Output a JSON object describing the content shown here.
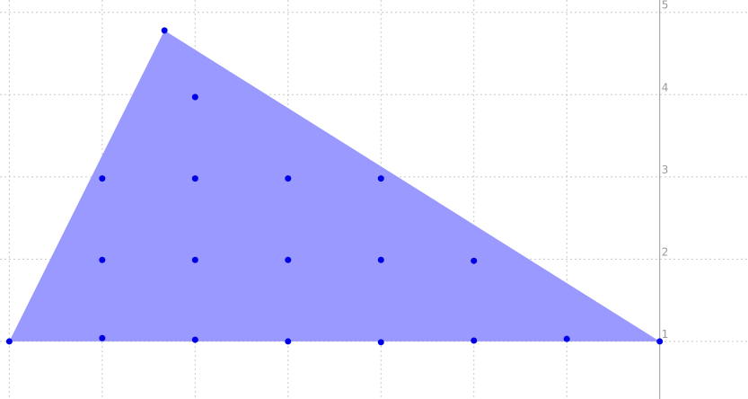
{
  "colors": {
    "background": "#ffffff",
    "grid": "#c8c8c8",
    "axis": "#999999",
    "triangle_fill": "#9999ff",
    "point": "#0000e6",
    "tick_label": "#9a9a9a"
  },
  "chart_data": {
    "type": "scatter",
    "x_range": [
      -7.1,
      0.95
    ],
    "y_range": [
      0.3,
      5.15
    ],
    "grid": true,
    "y_axis_ticks": [
      "1",
      "2",
      "3",
      "4",
      "5"
    ],
    "triangle": {
      "vertices": [
        [
          -7.0,
          1.0
        ],
        [
          -5.33,
          4.78
        ],
        [
          0.0,
          1.0
        ]
      ]
    },
    "points": [
      {
        "x": -7.0,
        "y": 1.0
      },
      {
        "x": -5.33,
        "y": 4.78
      },
      {
        "x": 0.0,
        "y": 1.0
      },
      {
        "x": -5.0,
        "y": 3.97
      },
      {
        "x": -6.0,
        "y": 2.98
      },
      {
        "x": -5.0,
        "y": 2.98
      },
      {
        "x": -4.0,
        "y": 2.98
      },
      {
        "x": -3.0,
        "y": 2.98
      },
      {
        "x": -6.0,
        "y": 1.99
      },
      {
        "x": -5.0,
        "y": 1.99
      },
      {
        "x": -4.0,
        "y": 1.99
      },
      {
        "x": -3.0,
        "y": 1.99
      },
      {
        "x": -2.0,
        "y": 1.98
      },
      {
        "x": -6.0,
        "y": 1.04
      },
      {
        "x": -5.0,
        "y": 1.02
      },
      {
        "x": -4.0,
        "y": 1.0
      },
      {
        "x": -3.0,
        "y": 0.99
      },
      {
        "x": -2.0,
        "y": 1.01
      },
      {
        "x": -1.0,
        "y": 1.03
      }
    ]
  }
}
